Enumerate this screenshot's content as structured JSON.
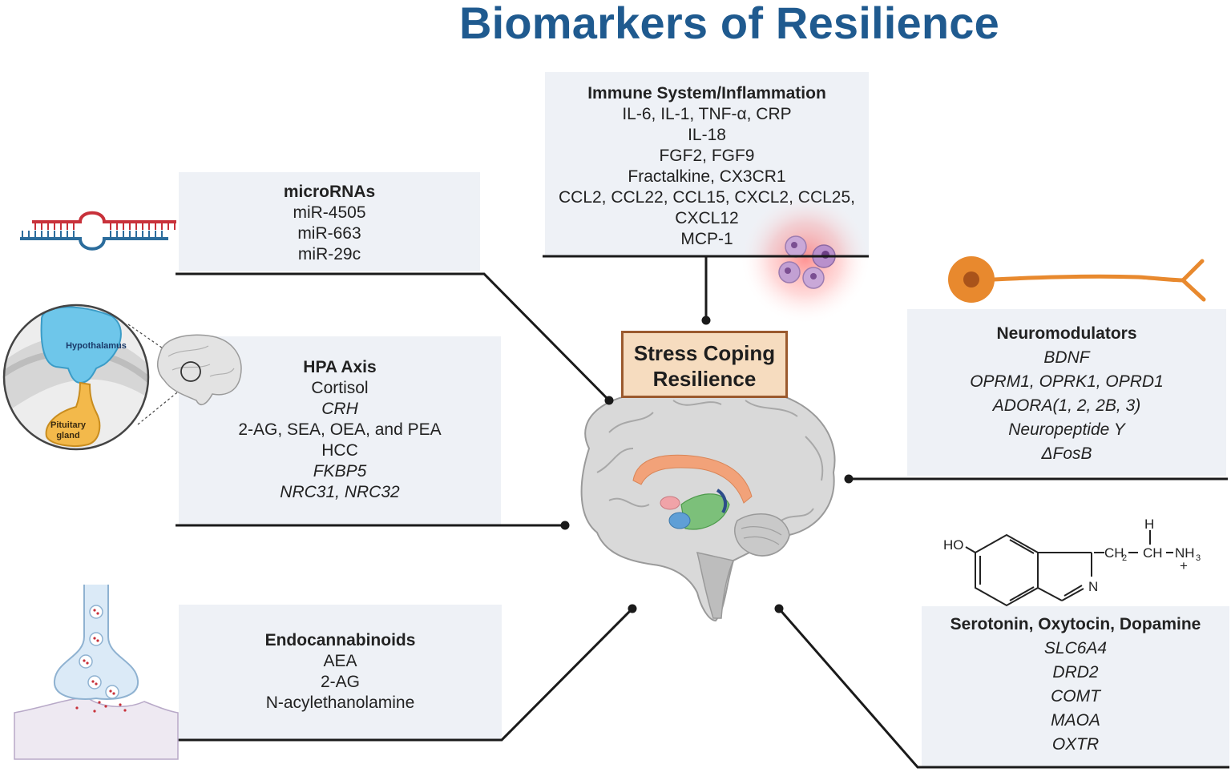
{
  "title": "Biomarkers of Resilience",
  "center_label": [
    "Stress Coping",
    "Resilience"
  ],
  "panels": {
    "immune": {
      "heading": "Immune System/Inflammation",
      "items": [
        "IL-6, IL-1, TNF-α, CRP",
        "IL-18",
        "FGF2, FGF9",
        "Fractalkine, CX3CR1",
        "CCL2, CCL22, CCL15, CXCL2, CCL25,",
        "CXCL12",
        "MCP-1"
      ]
    },
    "micro": {
      "heading": "microRNAs",
      "items": [
        "miR-4505",
        "miR-663",
        "miR-29c"
      ]
    },
    "hpa": {
      "heading": "HPA Axis",
      "items": [
        "Cortisol",
        "CRH",
        "2-AG, SEA, OEA, and PEA",
        "HCC",
        "FKBP5",
        "NRC31, NRC32"
      ]
    },
    "endo": {
      "heading": "Endocannabinoids",
      "items": [
        "AEA",
        "2-AG",
        "N-acylethanolamine"
      ]
    },
    "neuro": {
      "heading": "Neuromodulators",
      "items": [
        "BDNF",
        "OPRM1, OPRK1, OPRD1",
        "ADORA(1, 2, 2B, 3)",
        "Neuropeptide Y",
        "ΔFosB"
      ]
    },
    "sero": {
      "heading": "Serotonin, Oxytocin, Dopamine",
      "items": [
        "SLC6A4",
        "DRD2",
        "COMT",
        "MAOA",
        "OXTR"
      ]
    }
  },
  "illustration_labels": {
    "hypothalamus": "Hypothalamus",
    "pituitary": [
      "Pituitary",
      "gland"
    ]
  },
  "chemical": {
    "ho": "HO",
    "h": "H",
    "ch2": "CH",
    "ch2_sub": "2",
    "ch": "CH",
    "nh3": "NH",
    "nh3_sub": "3",
    "plus": "+",
    "n": "N"
  },
  "colors": {
    "title": "#1f5a8f",
    "panel_bg": "#eef1f6",
    "center_fill": "#f6dcbf",
    "center_border": "#9b5a2e",
    "rna_red": "#c8313a",
    "rna_blue": "#2b6c9c",
    "neuron": "#e8892e",
    "hypothalamus": "#6ec6ea",
    "pituitary": "#f3b94b"
  }
}
